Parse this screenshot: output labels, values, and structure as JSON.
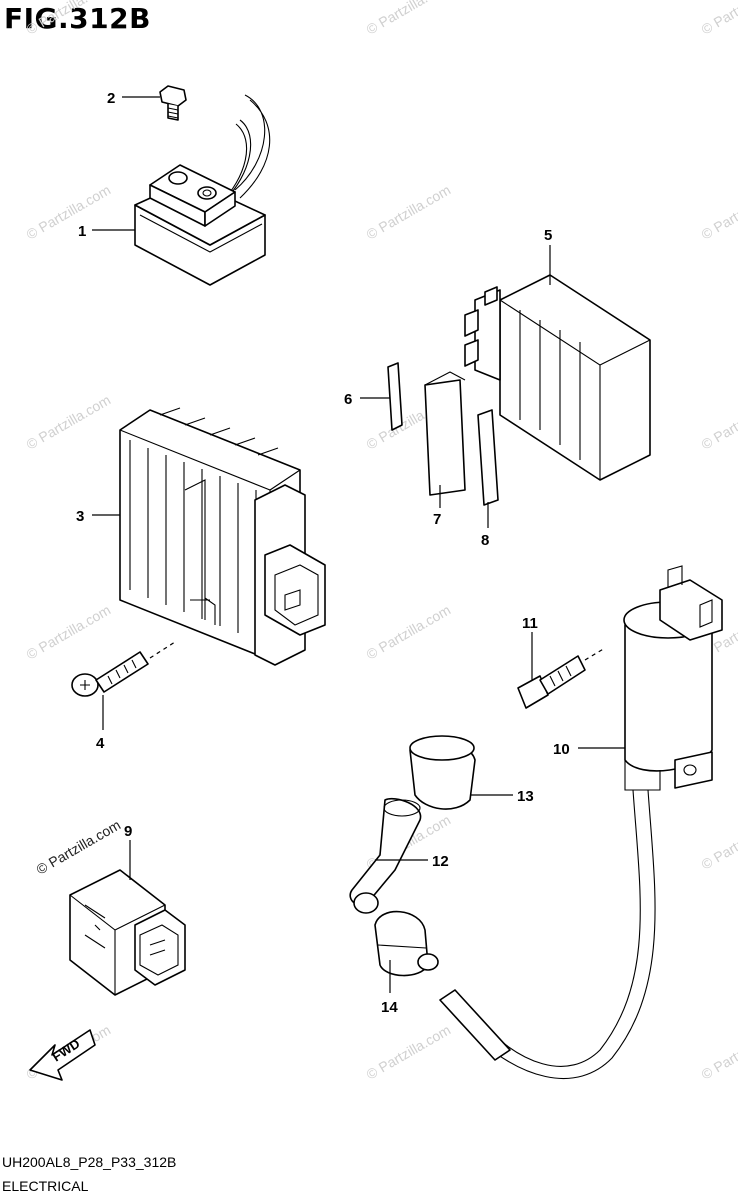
{
  "figure": {
    "title": "FIG.312B",
    "code": "UH200AL8_P28_P33_312B",
    "section": "ELECTRICAL"
  },
  "watermark": "© Partzilla.com",
  "orientation_label": "FWD",
  "callouts": [
    "1",
    "2",
    "3",
    "4",
    "5",
    "6",
    "7",
    "8",
    "9",
    "10",
    "11",
    "12",
    "13",
    "14"
  ]
}
